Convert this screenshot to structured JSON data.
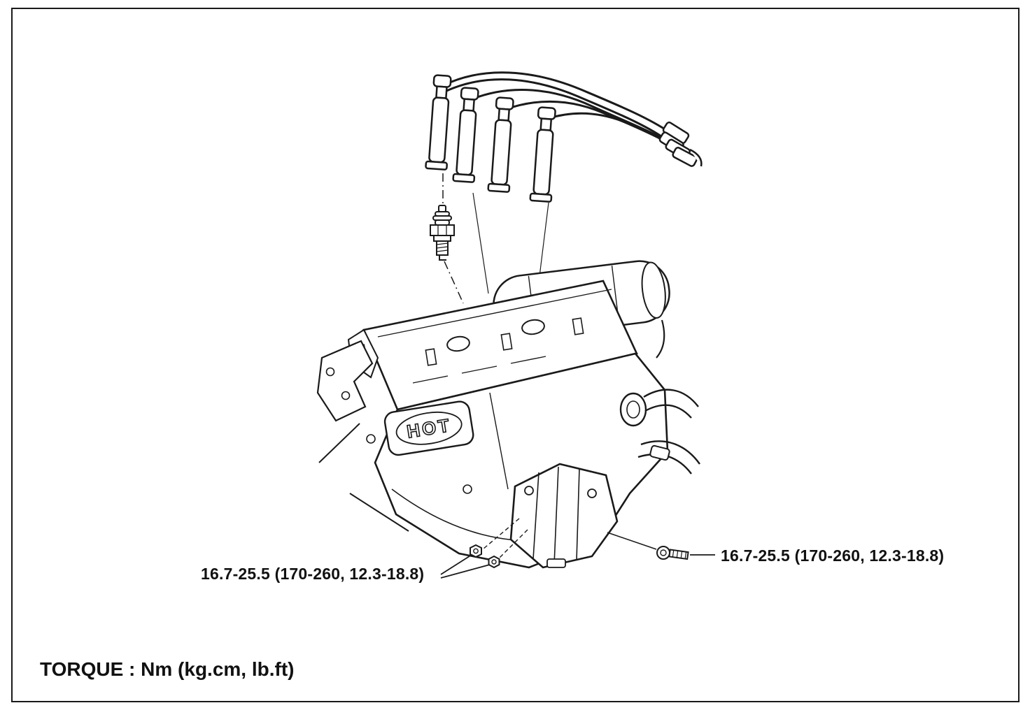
{
  "figure": {
    "torque_note": "TORQUE : Nm (kg.cm, lb.ft)",
    "torque_label_left": "16.7-25.5 (170-260, 12.3-18.8)",
    "torque_label_right": "16.7-25.5 (170-260, 12.3-18.8)",
    "engine_badge": "HOT"
  },
  "colors": {
    "line": "#1a1a1a",
    "background": "#ffffff"
  }
}
